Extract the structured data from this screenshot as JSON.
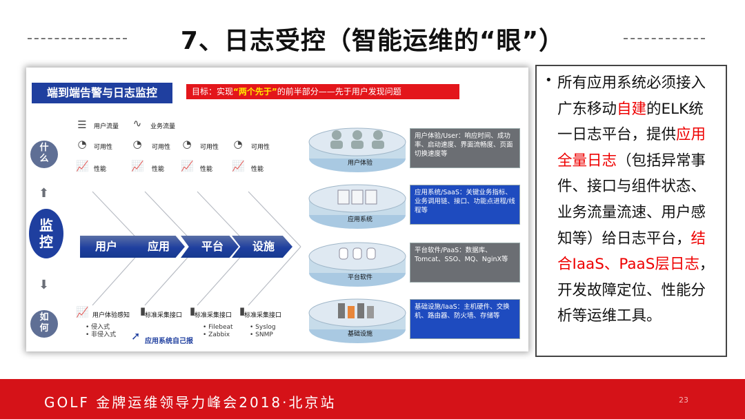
{
  "slide": {
    "title": "7、日志受控（智能运维的“眼”）"
  },
  "panel": {
    "title": "端到端告警与日志监控",
    "goal_prefix": "目标：实现",
    "goal_highlight": "“两个先于”",
    "goal_suffix": "的前半部分——先于用户发现问题",
    "what": "什么",
    "how": "如何",
    "monitor": "监控",
    "top_labels": {
      "user_flow": "用户流量",
      "biz_flow": "业务流量",
      "availability": "可用性",
      "performance": "性能"
    },
    "stages": [
      "用户",
      "应用",
      "平台",
      "设施"
    ],
    "bottom": {
      "col1": "用户体验感知",
      "col1_list": [
        "侵入式",
        "非侵入式"
      ],
      "col2": "标准采集接口",
      "col2_note": "应用系统自己报",
      "col3": "标准采集接口",
      "col3_list": [
        "Filebeat",
        "Zabbix"
      ],
      "col4": "标准采集接口",
      "col4_list": [
        "Syslog",
        "SNMP"
      ]
    },
    "layers": [
      {
        "label": "用户体验",
        "desc": "用户体验/User：响应时间、成功率、启动速度、界面流畅度、页面切换速度等"
      },
      {
        "label": "应用系统",
        "desc": "应用系统/SaaS：关键业务指标、业务调用链、接口、功能点进程/线程等"
      },
      {
        "label": "平台软件",
        "desc": "平台软件/PaaS：数据库、Tomcat、SSO、MQ、NginX等"
      },
      {
        "label": "基础设施",
        "desc": "基础设施/IaaS：主机硬件、交换机、路由器、防火墙、存储等"
      }
    ]
  },
  "right": {
    "bullet": "•",
    "t1": "所有应用系统必须接入广东移动",
    "r1": "自建",
    "t2": "的ELK统一日志平台，提供",
    "r2": "应用全量日志",
    "t3": "（包括异常事件、接口与组件状态、业务流量流速、用户感知等）给日志平台，",
    "r3": "结合IaaS、PaaS层日志",
    "t4": "，开发故障定位、性能分析等运维工具。"
  },
  "footer": {
    "text": "GOLF 金牌运维领导力峰会2018·北京站",
    "page": "23"
  },
  "colors": {
    "accent_blue": "#1f3f9f",
    "accent_red": "#e3161b",
    "footer_red": "#d51218"
  }
}
